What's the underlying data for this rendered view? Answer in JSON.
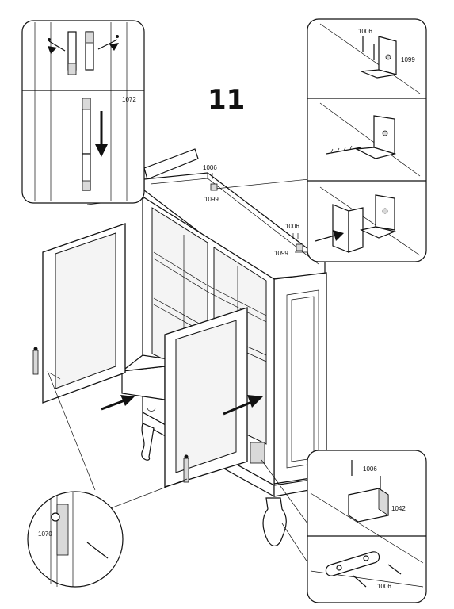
{
  "step_number": "11",
  "parts": {
    "p1006": "1006",
    "p1099": "1099",
    "p1072": "1072",
    "p1070": "1070",
    "p1042": "1042"
  }
}
